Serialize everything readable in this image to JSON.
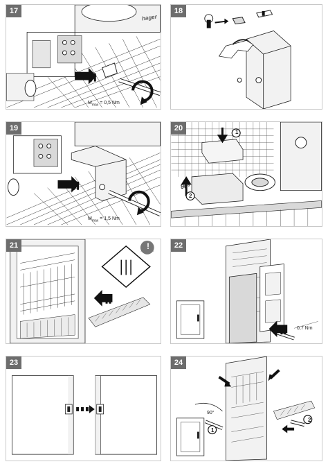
{
  "steps": [
    {
      "number": "17",
      "label": "Mmax = 0,5 Nm",
      "label_main": "M",
      "label_sub": "max",
      "label_rest": " = 0,5 Nm",
      "brand": "hager"
    },
    {
      "number": "18"
    },
    {
      "number": "19",
      "label_main": "M",
      "label_sub": "max",
      "label_rest": " = 1,5 Nm"
    },
    {
      "number": "20",
      "marker_1": "1",
      "marker_2": "2",
      "angle": "90°"
    },
    {
      "number": "21",
      "warning_symbol": "!"
    },
    {
      "number": "22",
      "measure": "0,7 Nm"
    },
    {
      "number": "23"
    },
    {
      "number": "24",
      "angle": "90°",
      "marker_1": "1",
      "marker_2": "2"
    }
  ],
  "colors": {
    "badge": "#6d6d6d",
    "line": "#222222",
    "fill_light": "#f2f2f2",
    "fill_mid": "#d9d9d9",
    "arrow": "#111111"
  }
}
